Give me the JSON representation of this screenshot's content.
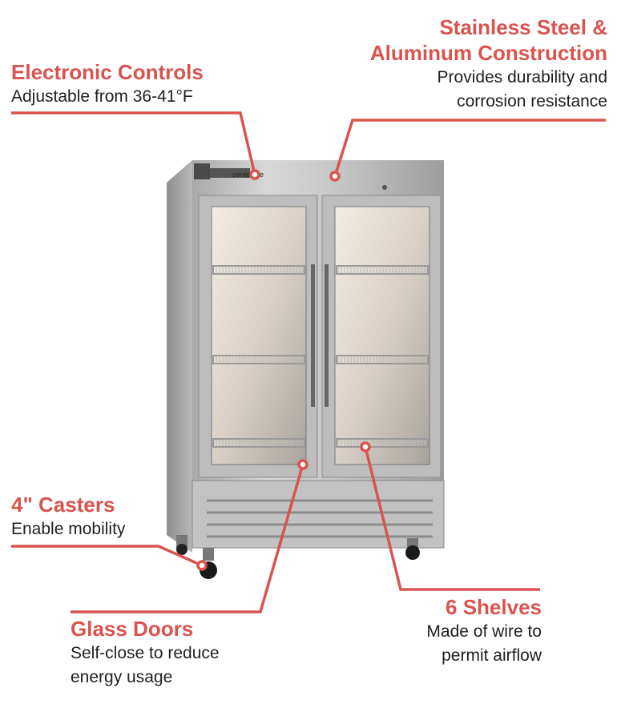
{
  "callouts": {
    "controls": {
      "title": "Electronic Controls",
      "desc": [
        "Adjustable from 36-41°F"
      ]
    },
    "steel": {
      "title": [
        "Stainless Steel &",
        "Aluminum Construction"
      ],
      "desc": [
        "Provides durability and",
        "corrosion resistance"
      ]
    },
    "casters": {
      "title": "4\" Casters",
      "desc": [
        "Enable mobility"
      ]
    },
    "glass": {
      "title": "Glass Doors",
      "desc": [
        "Self-close to reduce",
        "energy usage"
      ]
    },
    "shelves": {
      "title": "6 Shelves",
      "desc": [
        "Made of wire to",
        "permit airflow"
      ]
    }
  },
  "product": {
    "brand_logo": "centerline"
  },
  "colors": {
    "accent": "#d9534f",
    "text": "#1f1f1f",
    "steel": "#c9c9c9"
  }
}
